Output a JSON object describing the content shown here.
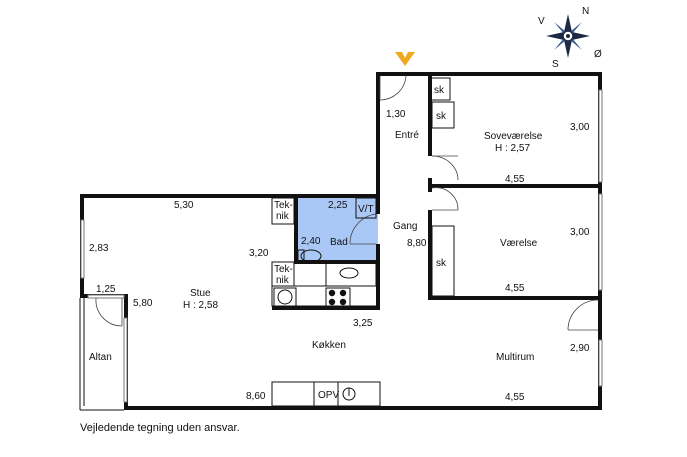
{
  "compass": {
    "n": "N",
    "v": "V",
    "s": "S",
    "o": "Ø"
  },
  "rooms": {
    "entre": "Entré",
    "sovevaerelse": "Soveværelse",
    "sovevaerelse_height": "H : 2,57",
    "gang": "Gang",
    "vaerelse": "Værelse",
    "bad": "Bad",
    "stue": "Stue",
    "stue_height": "H : 2,58",
    "kokken": "Køkken",
    "multirum": "Multirum",
    "altan": "Altan"
  },
  "fixtures": {
    "sk_1": "sk",
    "sk_2": "sk",
    "sk_3": "sk",
    "vt": "V/T",
    "teknik_1a": "Tek-",
    "teknik_1b": "nik",
    "teknik_2a": "Tek-",
    "teknik_2b": "nik",
    "opv": "OPV"
  },
  "dimensions": {
    "d_130": "1,30",
    "d_300a": "3,00",
    "d_455a": "4,55",
    "d_300b": "3,00",
    "d_455b": "4,55",
    "d_880": "8,80",
    "d_225": "2,25",
    "d_240": "2,40",
    "d_320": "3,20",
    "d_530": "5,30",
    "d_283": "2,83",
    "d_125": "1,25",
    "d_580": "5,80",
    "d_325": "3,25",
    "d_290": "2,90",
    "d_860": "8,60",
    "d_455c": "4,55"
  },
  "disclaimer": "Vejledende tegning uden ansvar.",
  "colors": {
    "bathroom": "#a9c8f5",
    "entrance_marker": "#f0a81e",
    "wall": "#111111"
  }
}
